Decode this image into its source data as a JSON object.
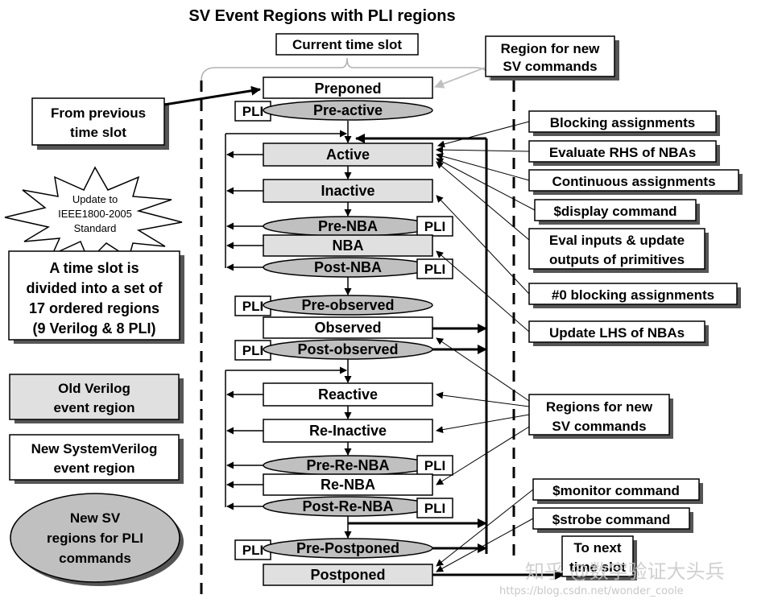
{
  "title": "SV Event Regions with PLI regions",
  "current_time_slot": "Current time slot",
  "region_for_new_sv": [
    "Region for new",
    "SV commands"
  ],
  "from_previous": [
    "From previous",
    "time slot"
  ],
  "starburst": [
    "Update to",
    "IEEE1800-2005",
    "Standard"
  ],
  "time_slot_desc": [
    "A time slot is",
    "divided into a set of",
    "17 ordered regions",
    "(9 Verilog & 8 PLI)"
  ],
  "legend": {
    "old": [
      "Old Verilog",
      "event region"
    ],
    "new": [
      "New SystemVerilog",
      "event region"
    ],
    "pli": [
      "New SV",
      "regions for PLI",
      "commands"
    ]
  },
  "pli_tag": "PLI",
  "regions": {
    "preponed": "Preponed",
    "pre_active": "Pre-active",
    "active": "Active",
    "inactive": "Inactive",
    "pre_nba": "Pre-NBA",
    "nba": "NBA",
    "post_nba": "Post-NBA",
    "pre_observed": "Pre-observed",
    "observed": "Observed",
    "post_observed": "Post-observed",
    "reactive": "Reactive",
    "re_inactive": "Re-Inactive",
    "pre_re_nba": "Pre-Re-NBA",
    "re_nba": "Re-NBA",
    "post_re_nba": "Post-Re-NBA",
    "pre_postponed": "Pre-Postponed",
    "postponed": "Postponed"
  },
  "right_labels": {
    "blocking": "Blocking assignments",
    "eval_rhs": "Evaluate RHS of NBAs",
    "continuous": "Continuous assignments",
    "display": "$display command",
    "eval_inputs": [
      "Eval inputs & update",
      "outputs of primitives"
    ],
    "zero_blocking": "#0 blocking assignments",
    "update_lhs": "Update LHS of NBAs",
    "regions_new_sv": [
      "Regions for new",
      "SV commands"
    ],
    "monitor": "$monitor command",
    "strobe": "$strobe command",
    "next_slot": [
      "To next",
      "time slot"
    ]
  },
  "watermark": {
    "zh": "知乎 @数字验证大头兵",
    "url": "https://blog.csdn.net/wonder_coole"
  },
  "colors": {
    "old_region_fill": "#e0e0e0",
    "new_region_fill": "#ffffff",
    "pli_ellipse_fill": "#c0c0c0",
    "shadow": "#555555"
  }
}
